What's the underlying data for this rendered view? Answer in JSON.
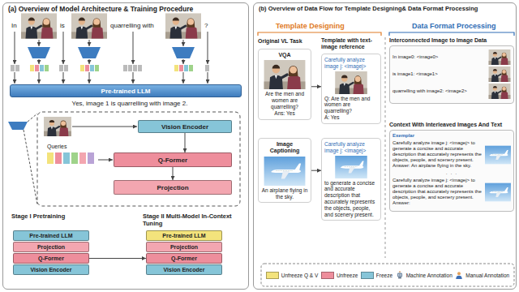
{
  "diagram": {
    "nodes": [
      {
        "text": [
          "(a) Overview of Model Architecture & Training Procedure"
        ]
      },
      {
        "text": [
          "Pre-trained LLM"
        ],
        "in": 0
      },
      {
        "text": [
          "Vision Encoder"
        ],
        "in": 0
      },
      {
        "text": [
          "Q-Former"
        ],
        "in": 0
      },
      {
        "text": [
          "Projection"
        ],
        "in": 0
      },
      {
        "text": [
          "Pre-trained LLM"
        ],
        "in": 0
      },
      {
        "text": [
          "Projection"
        ],
        "in": 0
      },
      {
        "text": [
          "Q-Former"
        ],
        "in": 0
      },
      {
        "text": [
          "Vision Encoder"
        ],
        "in": 0
      },
      {
        "text": [
          "Pre-trained LLM"
        ],
        "in": 0
      },
      {
        "text": [
          "Projection"
        ],
        "in": 0
      },
      {
        "text": [
          "Q-Former"
        ],
        "in": 0
      },
      {
        "text": [
          "Vision Encoder"
        ],
        "in": 0
      },
      {
        "text": [
          "(b) Overview of Data Flow for Template Designing& Data Format Processing"
        ]
      },
      {
        "text": [
          "VQA",
          "Are the men and women are quarrelling?",
          "Ans: Yes"
        ],
        "in": 13
      },
      {
        "text": [
          "Carefully analyze image j: <imagej>",
          "Q: Are the men and women are quarrelling?",
          "A: Yes"
        ],
        "in": 13
      },
      {
        "text": [
          "Image Captioning",
          "An airplane flying in the sky."
        ],
        "in": 13
      },
      {
        "text": [
          "Carefully analyze image j: <imagej>",
          "to generate a concise and accurate description that accurately represents the objects, people, and scenery present."
        ],
        "in": 13
      },
      {
        "text": [
          "Interconnected Image to Image Data",
          "In image0: <image0>",
          "is image1: <image1>",
          "quarrelling with image2: <image2>"
        ],
        "in": 13
      },
      {
        "text": [
          "Context With Interleaved Images And Text",
          "Exemplar",
          "Carefully analyze image j: <imagej> to generate a concise and accurate description that accurately represents the objects, people, and scenery present. Answer: An airplane flying in the sky.",
          "· · ·",
          "Carefully analyze image j: <imagej> to generate a concise and accurate description that accurately represents the objects, people, and scenery present. Answer:"
        ],
        "in": 13
      }
    ],
    "edges": [
      {
        "from": 2,
        "to": 3,
        "arrow": "to"
      },
      {
        "from": 3,
        "to": 4,
        "arrow": "to"
      },
      {
        "from": 7,
        "to": 11,
        "arrow": "to"
      },
      {
        "from": 14,
        "to": 15,
        "arrow": "to"
      },
      {
        "from": 16,
        "to": 17,
        "arrow": "to"
      }
    ],
    "labels": [
      "In",
      "is",
      "quarrelling with",
      "?",
      "Yes, image 1 is quarrelling with image 2.",
      "Queries",
      "Stage I Pretraining",
      "Stage II Multi-Model In-Context Tuning",
      "Template Designing",
      "Data Format Processing",
      "Original VL Task",
      "Template with text-image reference"
    ],
    "legend": [
      {
        "text": "Unfreeze Q & V",
        "color": "#f3e37c"
      },
      {
        "text": "Unfreeze",
        "color": "#ee8e9c"
      },
      {
        "text": "Freeze",
        "color": "#86c5d8"
      },
      {
        "text": "Machine Annotation"
      },
      {
        "text": "Manual Annotation"
      }
    ]
  }
}
